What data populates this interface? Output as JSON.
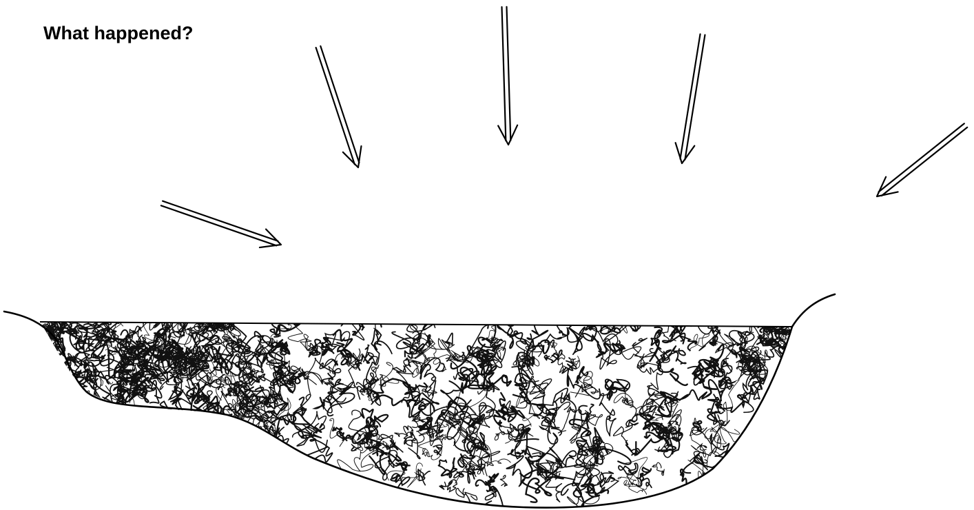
{
  "title": "What happened?",
  "colors": {
    "ink": "#000000",
    "background": "#ffffff",
    "fill_texture": "#111111"
  },
  "arrows": [
    {
      "name": "arrow-left"
    },
    {
      "name": "arrow-upper-left"
    },
    {
      "name": "arrow-top"
    },
    {
      "name": "arrow-upper-right"
    },
    {
      "name": "arrow-right"
    }
  ]
}
